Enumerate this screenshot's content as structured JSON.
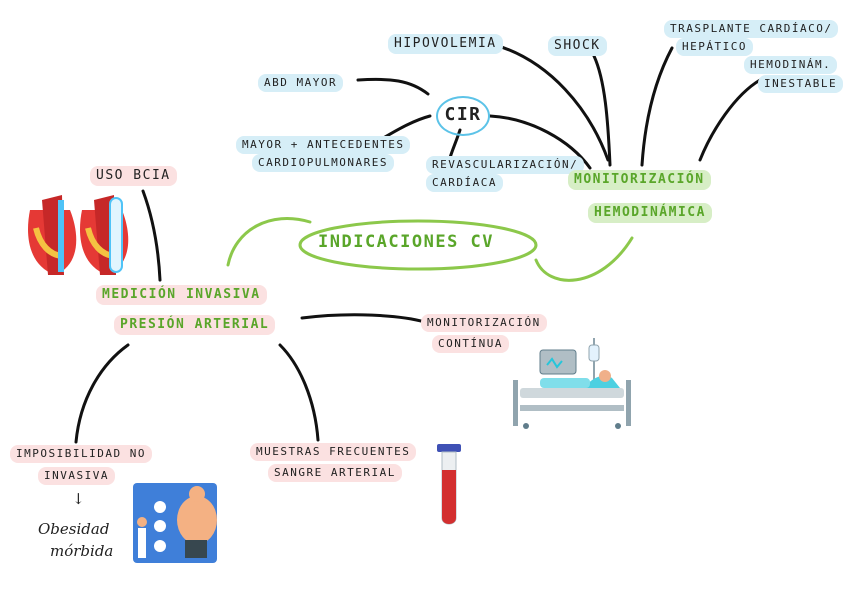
{
  "center": "INDICACIONES CV",
  "cir": "CIR",
  "cir_items": [
    "ABD MAYOR",
    "MAYOR + ANTECEDENTES",
    "CARDIOPULMONARES",
    "REVASCULARIZACIÓN/",
    "CARDÍACA"
  ],
  "monitor_items": [
    "HIPOVOLEMIA",
    "SHOCK",
    "TRASPLANTE CARDÍACO/",
    "HEPÁTICO",
    "HEMODINÁM.",
    "INESTABLE"
  ],
  "monitor_title": [
    "MONITORIZACIÓN",
    "HEMODINÁMICA"
  ],
  "invasive_title": [
    "MEDICIÓN INVASIVA",
    "PRESIÓN ARTERIAL"
  ],
  "bcia": "USO BCIA",
  "continua": [
    "MONITORIZACIÓN",
    "CONTÍNUA"
  ],
  "imposibilidad": [
    "IMPOSIBILIDAD NO",
    "INVASIVA"
  ],
  "muestras": [
    "MUESTRAS FRECUENTES",
    "SANGRE ARTERIAL"
  ],
  "obesidad": [
    "Obesidad",
    "mórbida"
  ],
  "arrow": "↓",
  "colors": {
    "green": "#5aa62a",
    "blue_hl": "#d6eef7",
    "pink_hl": "#fbe1e1",
    "green_hl": "#d7eec6",
    "ink": "#111111"
  }
}
